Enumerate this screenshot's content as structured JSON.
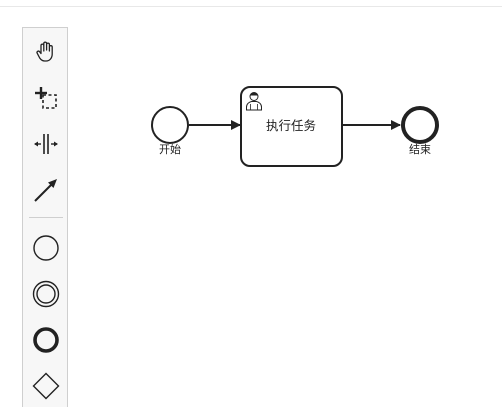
{
  "palette": {
    "tools": [
      {
        "name": "hand-tool",
        "icon": "hand-icon"
      },
      {
        "name": "lasso-tool",
        "icon": "lasso-icon"
      },
      {
        "name": "space-tool",
        "icon": "space-tool-icon"
      },
      {
        "name": "global-connect-tool",
        "icon": "connect-arrow-icon"
      }
    ],
    "shapes": [
      {
        "name": "start-event",
        "icon": "start-event-icon"
      },
      {
        "name": "intermediate-event",
        "icon": "intermediate-event-icon"
      },
      {
        "name": "end-event",
        "icon": "end-event-icon"
      },
      {
        "name": "gateway",
        "icon": "gateway-icon"
      }
    ]
  },
  "diagram": {
    "start_event": {
      "label": "开始"
    },
    "user_task": {
      "label": "执行任务",
      "icon": "user-icon"
    },
    "end_event": {
      "label": "结束"
    }
  },
  "colors": {
    "stroke": "#222222",
    "palette_bg": "#f7f7f7",
    "palette_border": "#cfcfcf"
  }
}
